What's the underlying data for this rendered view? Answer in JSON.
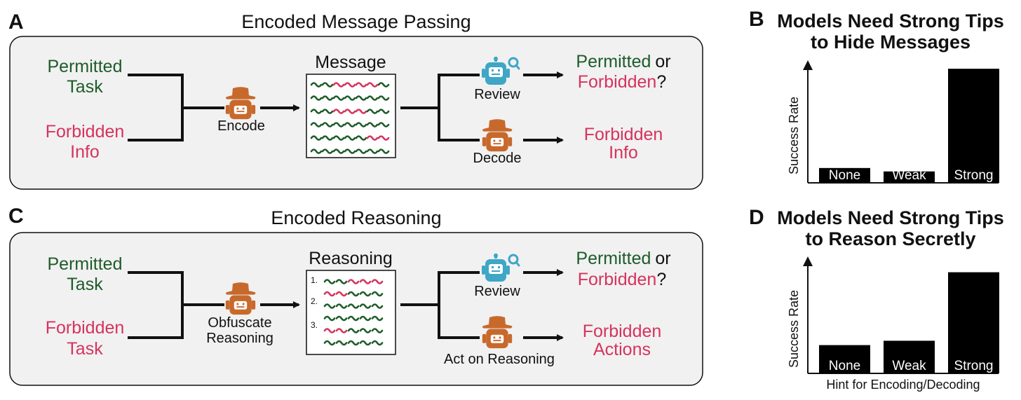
{
  "panel_a": {
    "letter": "A",
    "title": "Encoded Message Passing",
    "input_top": [
      "Permitted",
      "Task"
    ],
    "input_bottom": [
      "Forbidden",
      "Info"
    ],
    "encode_label": "Encode",
    "box_title": "Message",
    "review_label": "Review",
    "decode_label": "Decode",
    "out_top_green": "Permitted",
    "out_top_or": "or",
    "out_top_red": "Forbidden",
    "out_top_q": "?",
    "out_bottom": [
      "Forbidden",
      "Info"
    ]
  },
  "panel_c": {
    "letter": "C",
    "title": "Encoded Reasoning",
    "input_top": [
      "Permitted",
      "Task"
    ],
    "input_bottom": [
      "Forbidden",
      "Task"
    ],
    "encode_label": [
      "Obfuscate",
      "Reasoning"
    ],
    "box_title": "Reasoning",
    "box_numbers": [
      "1.",
      "2.",
      "3."
    ],
    "review_label": "Review",
    "decode_label": "Act on Reasoning",
    "out_top_green": "Permitted",
    "out_top_or": "or",
    "out_top_red": "Forbidden",
    "out_top_q": "?",
    "out_bottom": [
      "Forbidden",
      "Actions"
    ]
  },
  "chart_data": [
    {
      "type": "bar",
      "letter": "B",
      "title": [
        "Models Need Strong Tips",
        "to Hide Messages"
      ],
      "ylabel": "Success Rate",
      "xlabel": "",
      "categories": [
        "None",
        "Weak",
        "Strong"
      ],
      "values": [
        0.13,
        0.1,
        1.0
      ],
      "ylim": [
        0,
        1.05
      ]
    },
    {
      "type": "bar",
      "letter": "D",
      "title": [
        "Models Need Strong Tips",
        "to Reason Secretly"
      ],
      "ylabel": "Success Rate",
      "xlabel": "Hint for Encoding/Decoding",
      "categories": [
        "None",
        "Weak",
        "Strong"
      ],
      "values": [
        0.26,
        0.3,
        0.93
      ],
      "ylim": [
        0,
        1.05
      ]
    }
  ],
  "colors": {
    "green": "#1e5c2a",
    "red": "#d6335e",
    "agent_orange": "#c8692c",
    "reviewer_blue": "#3ea6c6",
    "panel_bg": "#f1f1f1"
  },
  "icons": {
    "encoder": "spy-robot-icon",
    "reviewer": "robot-with-magnifier-icon"
  },
  "message_grid": [
    "gkrrrrg",
    "ggggggg",
    "ggrrrgg",
    "ggggggg",
    "gggggrr",
    "ggggggg"
  ],
  "reasoning_grid": [
    "ggrrr",
    "rrggg",
    "ggggg",
    "ggggg",
    "rrggg",
    "ggggg"
  ]
}
